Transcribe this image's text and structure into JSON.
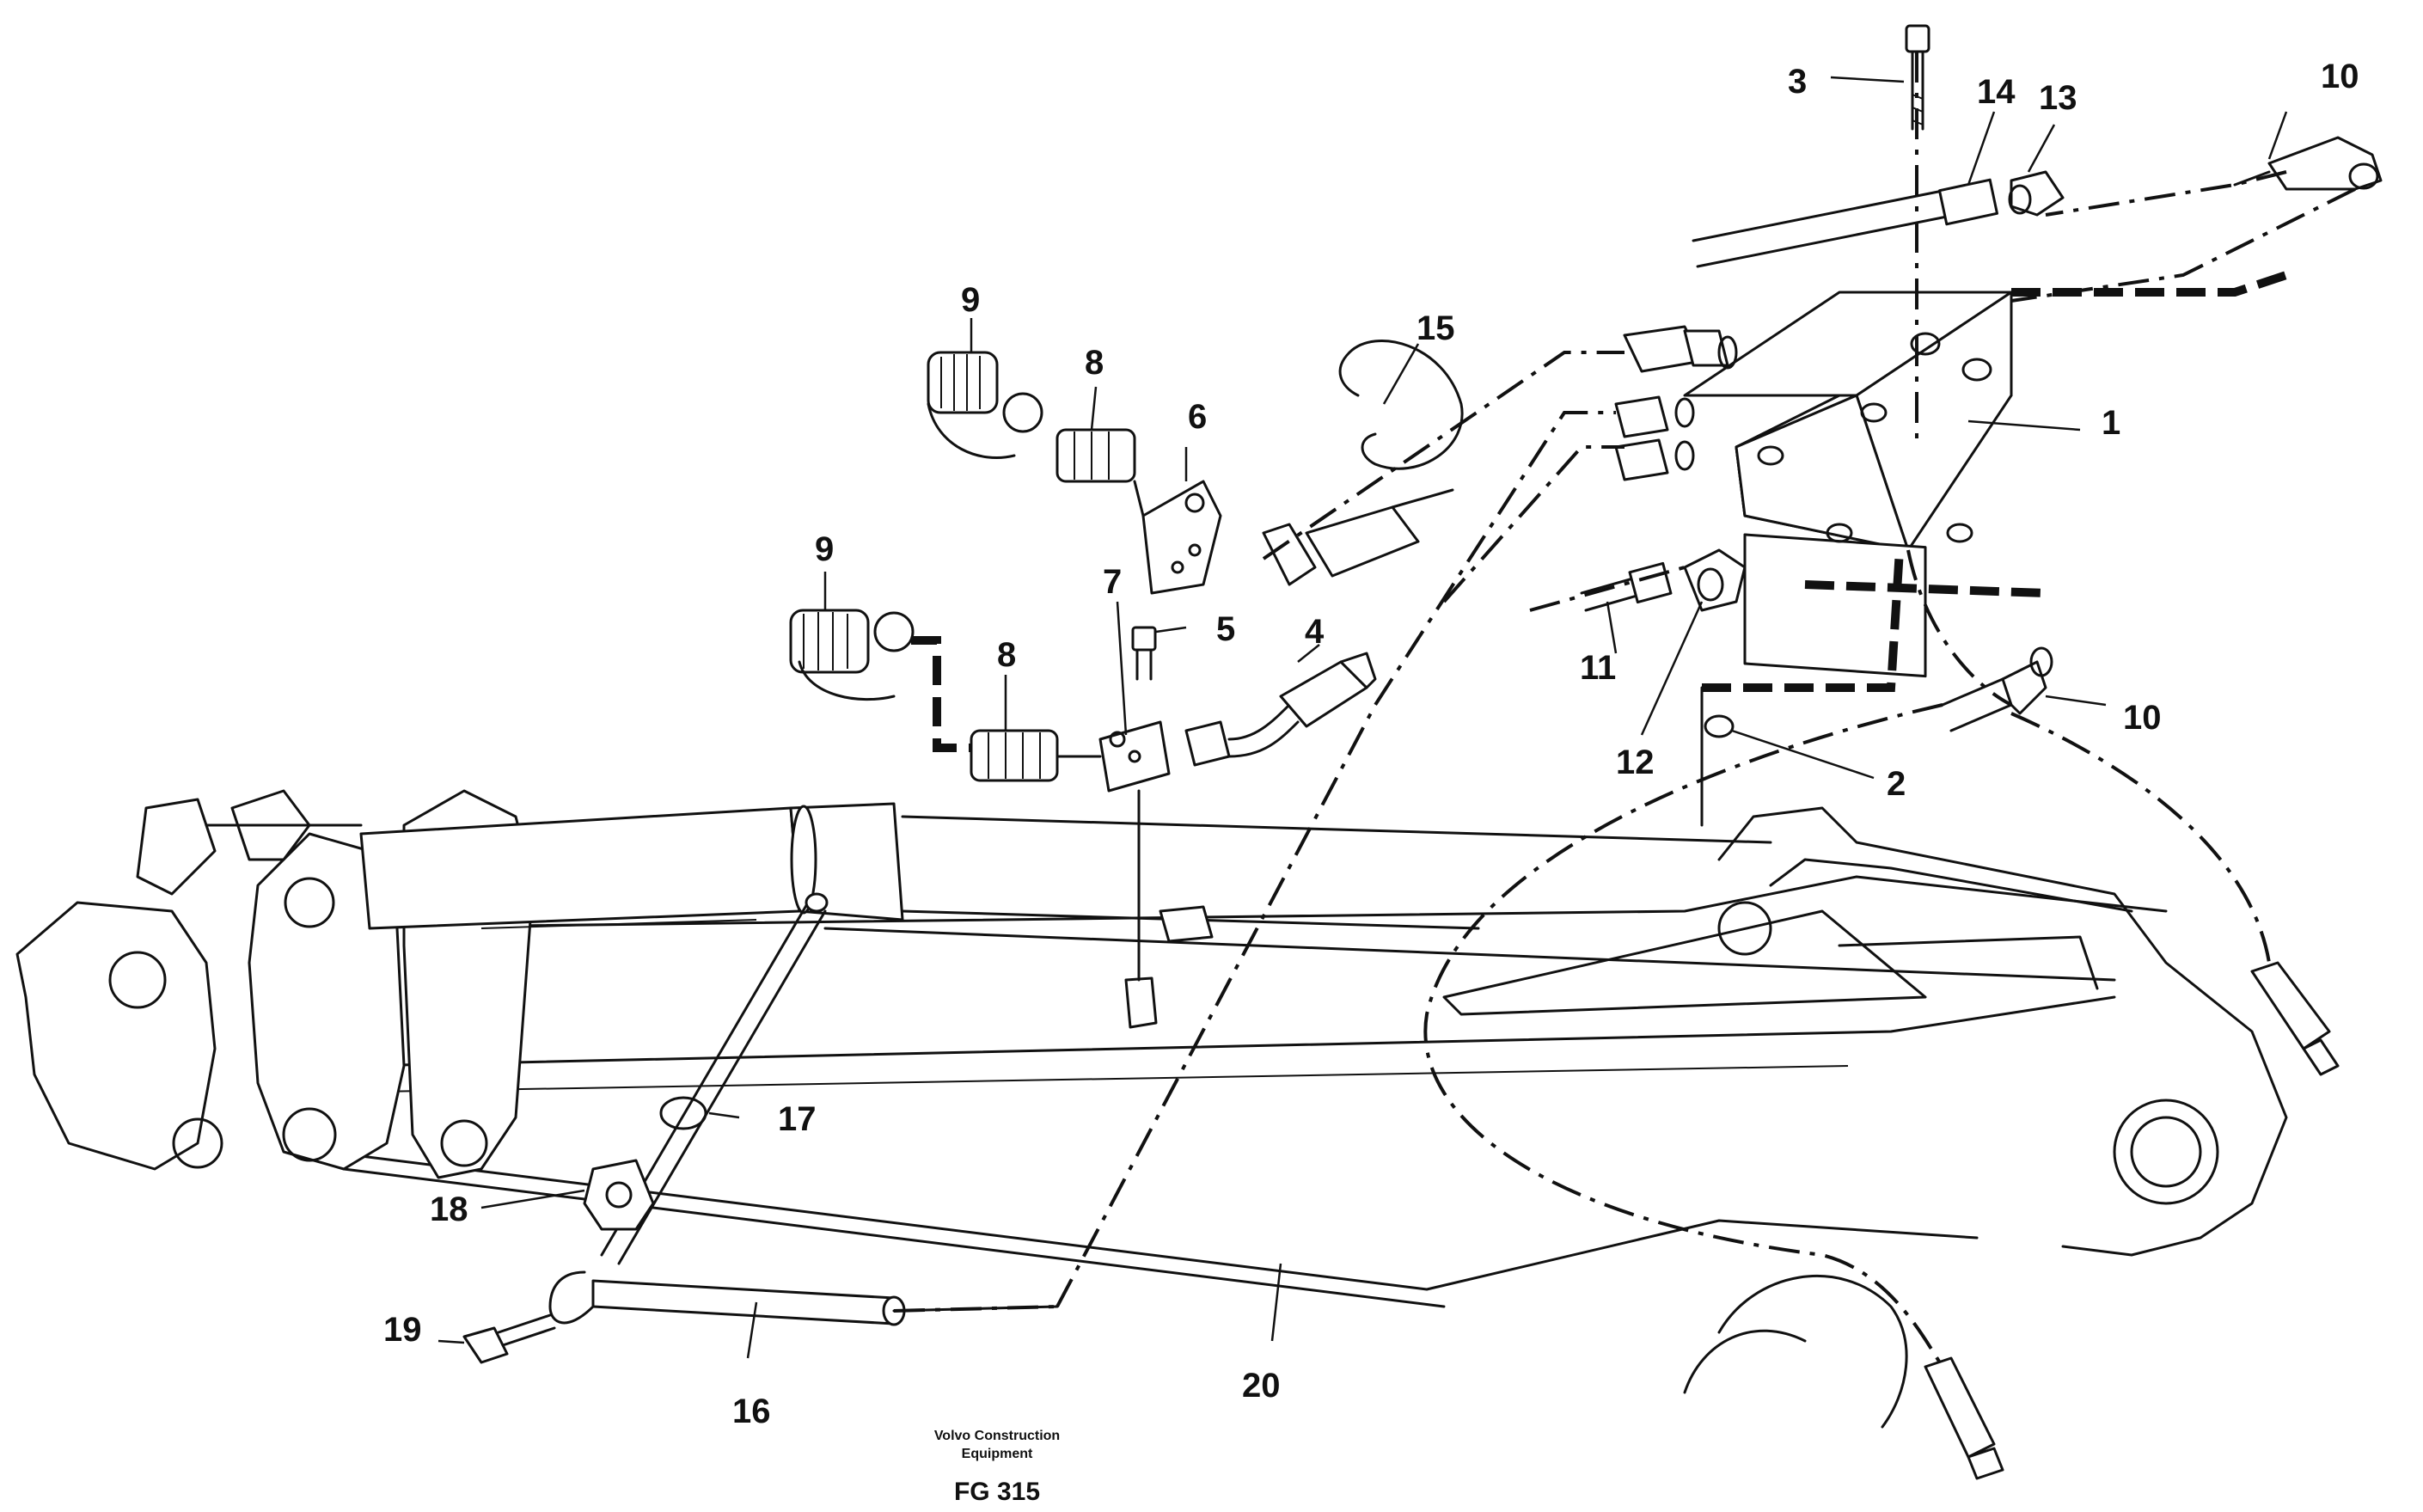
{
  "figure": {
    "publisher_line1": "Volvo Construction",
    "publisher_line2": "Equipment",
    "figure_code": "FG 315"
  },
  "callouts": [
    {
      "id": "c1",
      "label": "1"
    },
    {
      "id": "c2",
      "label": "2"
    },
    {
      "id": "c3",
      "label": "3"
    },
    {
      "id": "c4",
      "label": "4"
    },
    {
      "id": "c5",
      "label": "5"
    },
    {
      "id": "c6",
      "label": "6"
    },
    {
      "id": "c7",
      "label": "7"
    },
    {
      "id": "c8a",
      "label": "8"
    },
    {
      "id": "c8b",
      "label": "8"
    },
    {
      "id": "c9a",
      "label": "9"
    },
    {
      "id": "c9b",
      "label": "9"
    },
    {
      "id": "c10a",
      "label": "10"
    },
    {
      "id": "c10b",
      "label": "10"
    },
    {
      "id": "c11",
      "label": "11"
    },
    {
      "id": "c12",
      "label": "12"
    },
    {
      "id": "c13",
      "label": "13"
    },
    {
      "id": "c14",
      "label": "14"
    },
    {
      "id": "c15",
      "label": "15"
    },
    {
      "id": "c16",
      "label": "16"
    },
    {
      "id": "c17",
      "label": "17"
    },
    {
      "id": "c18",
      "label": "18"
    },
    {
      "id": "c19",
      "label": "19"
    },
    {
      "id": "c20",
      "label": "20"
    }
  ]
}
